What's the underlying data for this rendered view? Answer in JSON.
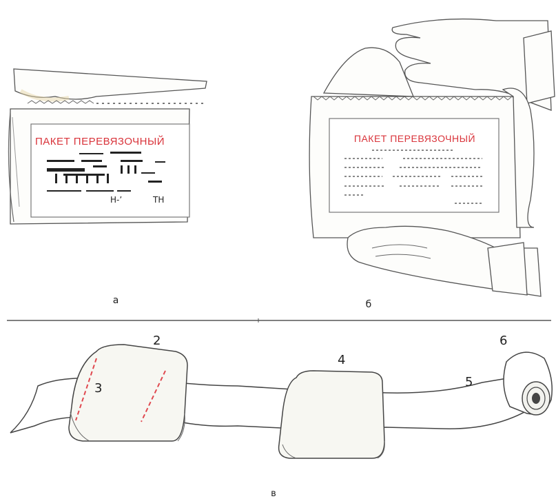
{
  "panels": {
    "a": {
      "label": "а",
      "packet_title": "ПАКЕТ ПЕРЕВЯЗОЧНЫЙ",
      "scribble_1": "H-’",
      "scribble_2": "TH"
    },
    "b": {
      "label": "б",
      "packet_title": "ПАКЕТ ПЕРЕВЯЗОЧНЫЙ"
    },
    "c": {
      "label": "в"
    }
  },
  "numbers": {
    "n2": "2",
    "n3": "3",
    "n4": "4",
    "n5": "5",
    "n6": "6"
  },
  "colors": {
    "packet_title": "#d9333a",
    "dashed_line": "#e0484f",
    "outline": "#444444"
  }
}
